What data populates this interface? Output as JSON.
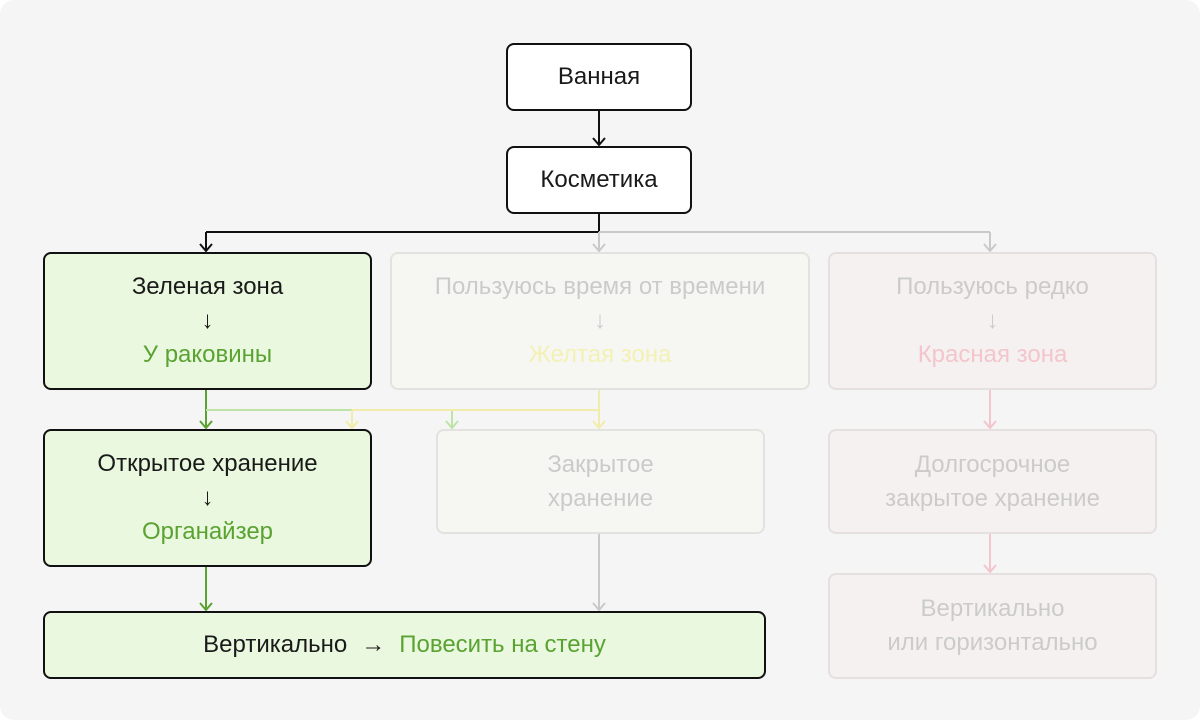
{
  "nodes": {
    "bathroom": "Ванная",
    "cosmetics": "Косметика",
    "green_zone": {
      "title": "Зеленая зона",
      "arrow": "↓",
      "place": "У раковины"
    },
    "sometimes": {
      "title": "Пользуюсь время от времени",
      "arrow": "↓",
      "zone": "Желтая зона"
    },
    "rarely": {
      "title": "Пользуюсь редко",
      "arrow": "↓",
      "zone": "Красная зона"
    },
    "open_storage": {
      "title": "Открытое хранение",
      "arrow": "↓",
      "item": "Органайзер"
    },
    "closed_storage": {
      "line1": "Закрытое",
      "line2": "хранение"
    },
    "long_term": {
      "line1": "Долгосрочное",
      "line2": "закрытое хранение"
    },
    "vertical_hang": {
      "label": "Вертикально",
      "arrow": "→",
      "action": "Повесить на стену"
    },
    "vertical_or_horizontal": {
      "line1": "Вертикально",
      "line2": "или горизонтально"
    }
  },
  "colors": {
    "dark": "#111111",
    "green_accent": "#5aa332",
    "green_fill": "#e9f8de",
    "grey_wire": "#c9c9c9",
    "yellow_wire": "#f1eca9",
    "red_wire": "#f3c5cc"
  }
}
